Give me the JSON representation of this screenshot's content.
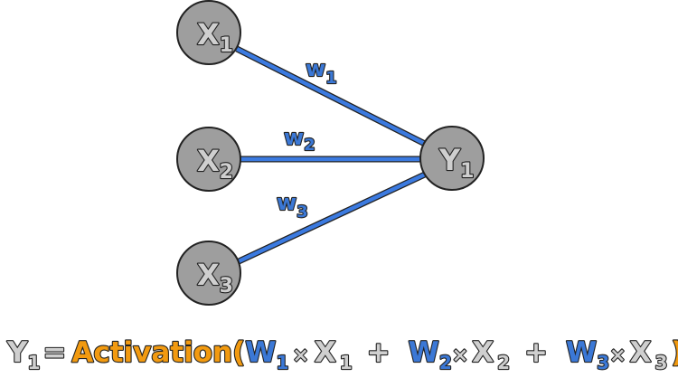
{
  "colors": {
    "edge": "#3b7ae0",
    "weight_text": "#3b78d6",
    "activation_text": "#f29a10",
    "node_fill": "#9e9e9e",
    "variable_text": "#cfcfcf"
  },
  "inputs": [
    {
      "letter": "X",
      "sub": "1"
    },
    {
      "letter": "X",
      "sub": "2"
    },
    {
      "letter": "X",
      "sub": "3"
    }
  ],
  "output": {
    "letter": "Y",
    "sub": "1"
  },
  "weights": [
    {
      "letter": "w",
      "sub": "1"
    },
    {
      "letter": "w",
      "sub": "2"
    },
    {
      "letter": "w",
      "sub": "3"
    }
  ],
  "equation": {
    "lhs": "Y",
    "lhs_sub": "1",
    "equals": "=",
    "func": "Activation(",
    "terms": [
      {
        "w": "W",
        "w_sub": "1",
        "times": "×",
        "x": "X",
        "x_sub": "1"
      },
      {
        "w": "W",
        "w_sub": "2",
        "times": "×",
        "x": "X",
        "x_sub": "2"
      },
      {
        "w": "W",
        "w_sub": "3",
        "times": "×",
        "x": "X",
        "x_sub": "3"
      }
    ],
    "plus": "+",
    "close": ")"
  }
}
